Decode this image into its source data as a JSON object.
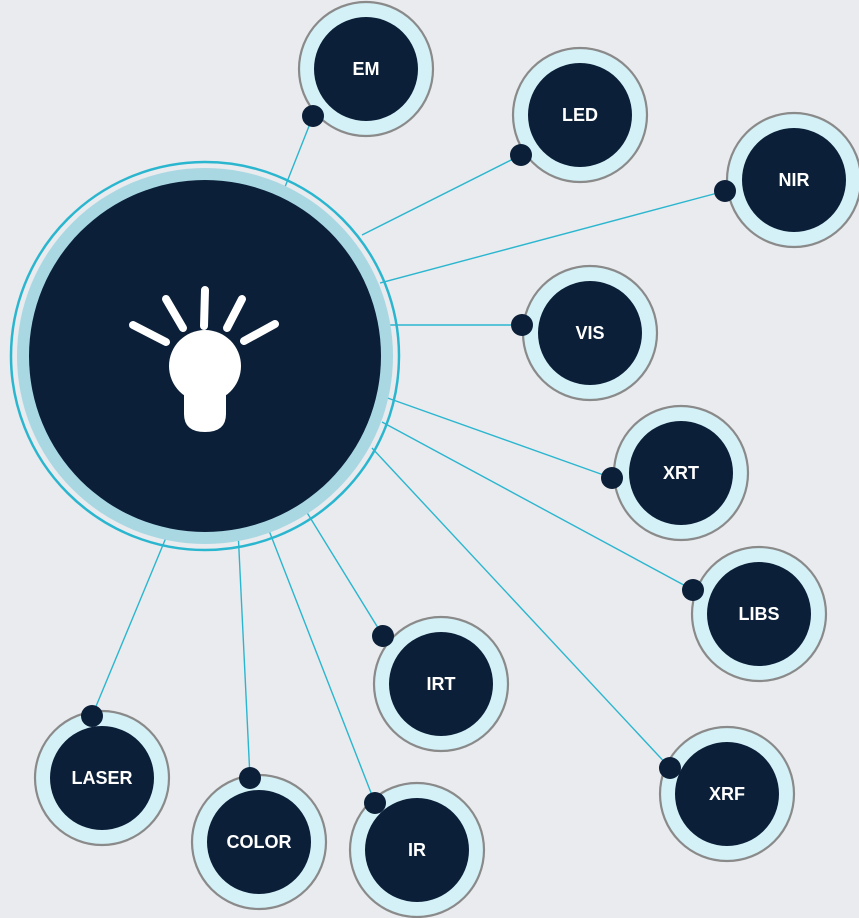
{
  "diagram": {
    "hub": {
      "icon": "lightbulb-icon"
    },
    "nodes": [
      {
        "id": "em",
        "label": "EM"
      },
      {
        "id": "led",
        "label": "LED"
      },
      {
        "id": "nir",
        "label": "NIR"
      },
      {
        "id": "vis",
        "label": "VIS"
      },
      {
        "id": "xrt",
        "label": "XRT"
      },
      {
        "id": "libs",
        "label": "LIBS"
      },
      {
        "id": "xrf",
        "label": "XRF"
      },
      {
        "id": "irt",
        "label": "IRT"
      },
      {
        "id": "ir",
        "label": "IR"
      },
      {
        "id": "color",
        "label": "COLOR"
      },
      {
        "id": "laser",
        "label": "LASER"
      }
    ]
  },
  "colors": {
    "background": "#e9ebee",
    "navy": "#0b1f38",
    "ring_light": "#d4f1f7",
    "ring_outline": "#8a8a8a",
    "hub_ring": "#a9d8e3",
    "connector": "#2bb6cf",
    "text": "#ffffff"
  }
}
